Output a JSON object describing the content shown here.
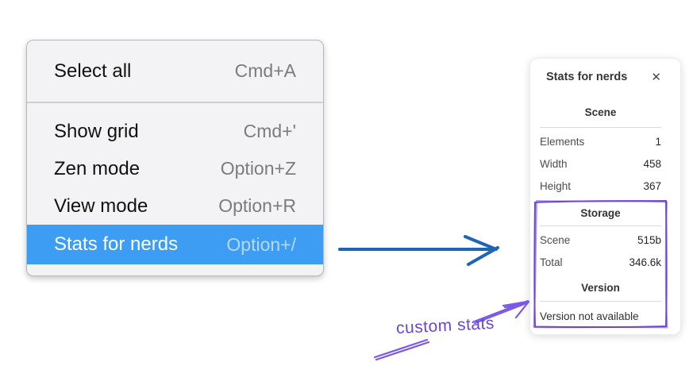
{
  "menu": {
    "section_top": {
      "items": [
        {
          "label": "Select all",
          "shortcut": "Cmd+A"
        }
      ]
    },
    "section_main": {
      "items": [
        {
          "label": "Show grid",
          "shortcut": "Cmd+'"
        },
        {
          "label": "Zen mode",
          "shortcut": "Option+Z"
        },
        {
          "label": "View mode",
          "shortcut": "Option+R"
        },
        {
          "label": "Stats for nerds",
          "shortcut": "Option+/"
        }
      ]
    },
    "highlighted_item": "Stats for nerds"
  },
  "stats_panel": {
    "title": "Stats for nerds",
    "close_icon": "✕",
    "scene": {
      "header": "Scene",
      "rows": [
        {
          "label": "Elements",
          "value": "1"
        },
        {
          "label": "Width",
          "value": "458"
        },
        {
          "label": "Height",
          "value": "367"
        }
      ]
    },
    "storage": {
      "header": "Storage",
      "rows": [
        {
          "label": "Scene",
          "value": "515b"
        },
        {
          "label": "Total",
          "value": "346.6k"
        }
      ]
    },
    "version": {
      "header": "Version",
      "note": "Version not available"
    }
  },
  "annotation": {
    "label": "custom stats"
  },
  "colors": {
    "menu_highlight": "#3d9df3",
    "menu_highlight_shortcut": "#b5d8f9",
    "blue_arrow": "#1e66b4",
    "purple_box": "#6b46d6",
    "purple_arrow": "#7a58e8"
  }
}
